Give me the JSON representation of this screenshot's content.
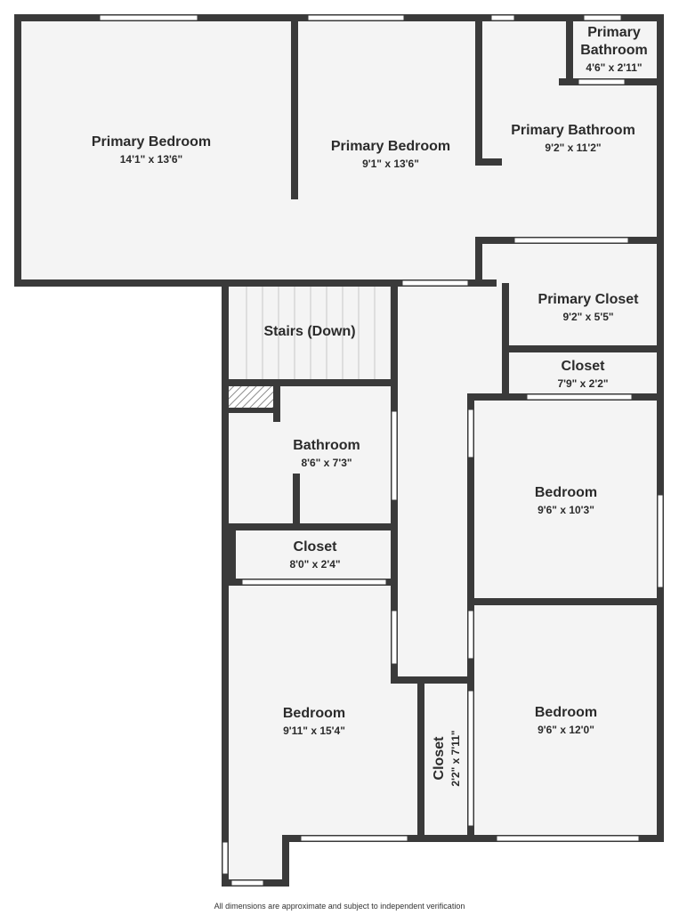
{
  "rooms": [
    {
      "id": "primary-bedroom-west",
      "name": "Primary Bedroom",
      "dimensions": "14'1\" x 13'6\""
    },
    {
      "id": "primary-bedroom-east",
      "name": "Primary Bedroom",
      "dimensions": "9'1\" x 13'6\""
    },
    {
      "id": "primary-bathroom-small",
      "name_lines": [
        "Primary",
        "Bathroom"
      ],
      "dimensions": "4'6\" x 2'11\""
    },
    {
      "id": "primary-bathroom",
      "name": "Primary Bathroom",
      "dimensions": "9'2\" x 11'2\""
    },
    {
      "id": "primary-closet",
      "name": "Primary Closet",
      "dimensions": "9'2\" x 5'5\""
    },
    {
      "id": "stairs",
      "name": "Stairs (Down)"
    },
    {
      "id": "closet-upper-right",
      "name": "Closet",
      "dimensions": "7'9\" x 2'2\""
    },
    {
      "id": "bathroom",
      "name": "Bathroom",
      "dimensions": "8'6\" x 7'3\""
    },
    {
      "id": "bedroom-east-upper",
      "name": "Bedroom",
      "dimensions": "9'6\" x 10'3\""
    },
    {
      "id": "closet-middle",
      "name": "Closet",
      "dimensions": "8'0\" x 2'4\""
    },
    {
      "id": "bedroom-southwest",
      "name": "Bedroom",
      "dimensions": "9'11\" x 15'4\""
    },
    {
      "id": "bedroom-southeast",
      "name": "Bedroom",
      "dimensions": "9'6\" x 12'0\""
    },
    {
      "id": "closet-narrow",
      "name": "Closet",
      "dimensions": "2'2\" x 7'11\""
    }
  ],
  "footer": "All dimensions are approximate and subject to independent verification",
  "colors": {
    "wall": "#3a3a3a",
    "floor": "#f4f4f4",
    "window": "#ffffff",
    "hatch": "#8a8a8a"
  }
}
